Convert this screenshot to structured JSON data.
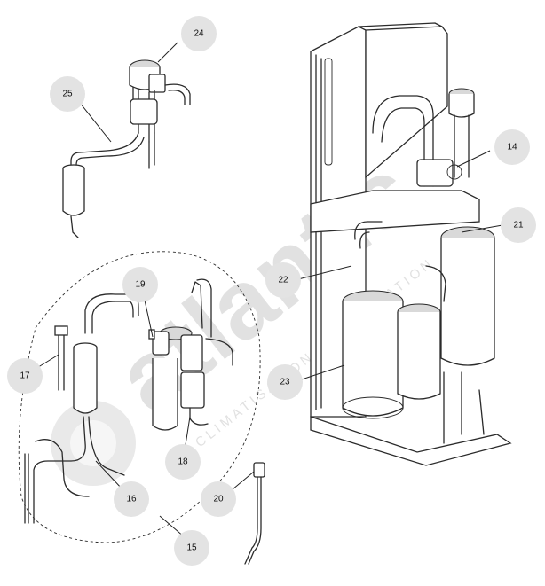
{
  "diagram": {
    "type": "exploded-parts-view",
    "callouts": [
      {
        "id": "c24",
        "label": "24"
      },
      {
        "id": "c25",
        "label": "25"
      },
      {
        "id": "c14",
        "label": "14"
      },
      {
        "id": "c21",
        "label": "21"
      },
      {
        "id": "c22",
        "label": "22"
      },
      {
        "id": "c19",
        "label": "19"
      },
      {
        "id": "c17",
        "label": "17"
      },
      {
        "id": "c23",
        "label": "23"
      },
      {
        "id": "c18",
        "label": "18"
      },
      {
        "id": "c16",
        "label": "16"
      },
      {
        "id": "c20",
        "label": "20"
      },
      {
        "id": "c15",
        "label": "15"
      }
    ],
    "watermark": {
      "brand": "atlantic",
      "tagline": "CLIMATISATION & VENTILATION"
    }
  }
}
